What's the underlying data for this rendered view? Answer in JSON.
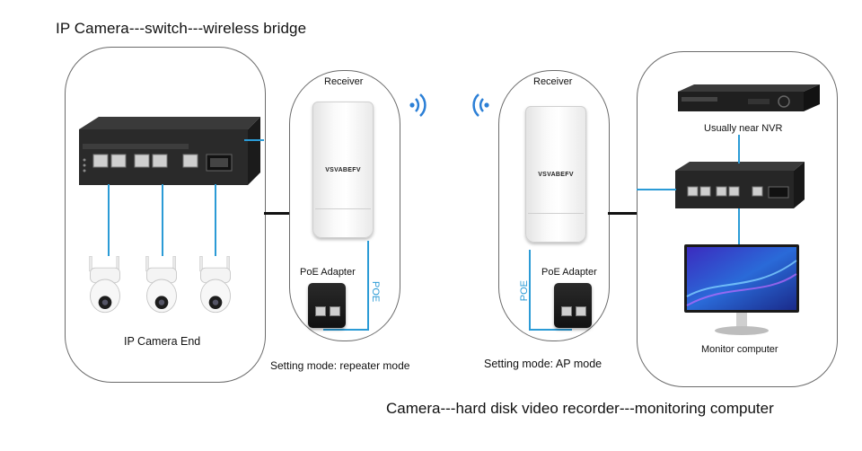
{
  "titles": {
    "top": "IP Camera---switch---wireless bridge",
    "bottom": "Camera---hard disk video recorder---monitoring computer"
  },
  "left_panel": {
    "caption": "IP Camera End"
  },
  "receiver_left": {
    "label": "Receiver",
    "brand": "VSVABEFV",
    "poe_label": "PoE Adapter",
    "cable_label": "POE",
    "mode": "Setting mode: repeater mode"
  },
  "receiver_right": {
    "label": "Receiver",
    "brand": "VSVABEFV",
    "poe_label": "PoE Adapter",
    "cable_label": "POE",
    "mode": "Setting mode: AP mode"
  },
  "right_panel": {
    "nvr_label": "Usually near NVR",
    "monitor_label": "Monitor computer"
  },
  "colors": {
    "cable": "#2b9bd6",
    "link": "#111111",
    "panel_border": "#6b6b6b",
    "wifi": "#2b7fd6"
  }
}
